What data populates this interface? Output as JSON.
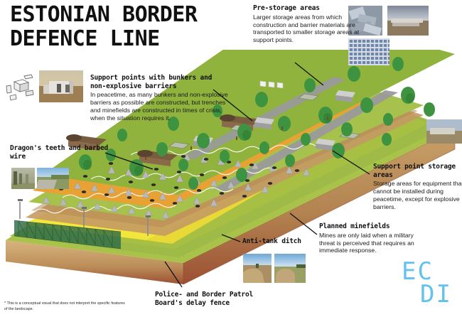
{
  "title": "ESTONIAN BORDER\nDEFENCE LINE",
  "footnote": {
    "marker": "*",
    "text": "This is a conceptual visual that does not interpret the specific features of the landscape."
  },
  "logo": {
    "line1": "EC",
    "line2": "DI",
    "color": "#63c2ef"
  },
  "annotations": [
    {
      "id": "pre-storage-areas",
      "heading": "Pre-storage areas",
      "body": "Larger storage areas from which construction and barrier materials are transported to smaller storage areas at support points."
    },
    {
      "id": "support-points",
      "heading": "Support points with bunkers and non-explosive barriers",
      "body": "In peacetime, as many bunkers and non-explosive barriers as possible are constructed, but trenches and minefields are constructed in times of crisis, when the situation requires it."
    },
    {
      "id": "dragons-teeth",
      "heading": "Dragon's teeth and barbed wire",
      "body": ""
    },
    {
      "id": "support-point-storage-areas",
      "heading": "Support point storage areas",
      "body": "Storage areas for equipment that cannot be installed during peacetime, except for explosive barriers."
    },
    {
      "id": "planned-minefields",
      "heading": "Planned minefields",
      "body": "Mines are only laid when a military threat is perceived that requires an immediate response."
    },
    {
      "id": "anti-tank-ditch",
      "heading": "Anti-tank ditch",
      "body": ""
    },
    {
      "id": "delay-fence",
      "heading": "Police- and Border Patrol\nBoard's delay fence",
      "body": ""
    }
  ],
  "photos": [
    {
      "id": "bunker-photo",
      "caption": "concrete bunker module in the field"
    },
    {
      "id": "dragons-teeth-photo",
      "caption": "dragon's teeth in woodland"
    },
    {
      "id": "barbed-wire-photo",
      "caption": "barbed wire along a track"
    },
    {
      "id": "pre-storage-blocks-photo",
      "caption": "stacked concrete blocks"
    },
    {
      "id": "pre-storage-yard-photo",
      "caption": "storage yard with barriers"
    },
    {
      "id": "pre-storage-grid-photo",
      "caption": "grid of concrete blocks"
    },
    {
      "id": "support-storage-photo",
      "caption": "small storage area"
    },
    {
      "id": "anti-tank-ditch-photo-1",
      "caption": "earthen anti-tank ditch"
    },
    {
      "id": "anti-tank-ditch-photo-2",
      "caption": "anti-tank ditch and embankment"
    }
  ],
  "scene": {
    "name": "isometric-border-defence-landscape",
    "colors": {
      "grass_light": "#a9c24a",
      "grass_mid": "#8fb33c",
      "grass_dark": "#6f9a2f",
      "minefield": "#e8a233",
      "ditch": "#f2e53c",
      "earth_top": "#c49a63",
      "earth_side": "#b08050",
      "earth_base": "#9c4f33",
      "road": "#9a9a9a",
      "tooth": "#b8b8b8",
      "wire": "#f2f2f2",
      "tree": "#3e9340",
      "fence": "#2f6b46",
      "bunker": "#6b6257"
    },
    "bands": [
      {
        "name": "delay-fence-strip",
        "label": "Police- and Border Patrol Board's delay fence"
      },
      {
        "name": "anti-tank-ditch-strip",
        "label": "Anti-tank ditch"
      },
      {
        "name": "dragons-teeth-strip",
        "label": "Dragon's teeth and barbed wire"
      },
      {
        "name": "minefield-strip",
        "label": "Planned minefields"
      },
      {
        "name": "support-point-zone",
        "label": "Support points with bunkers"
      }
    ],
    "counts": {
      "tooth_rows": 3,
      "wire_rows": 4,
      "mine_rows": 3,
      "fence_posts": 3
    }
  }
}
